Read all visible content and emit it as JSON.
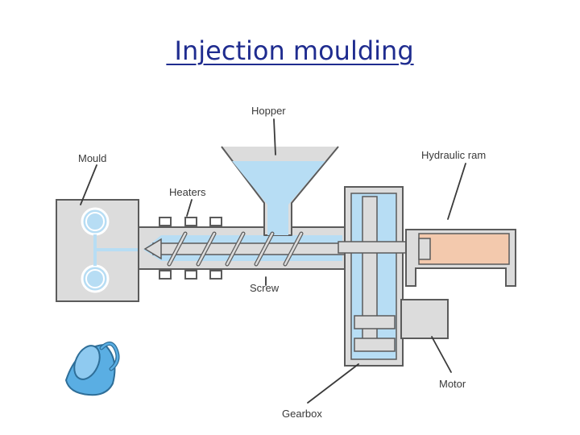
{
  "title": " Injection moulding",
  "labels": {
    "hopper": "Hopper",
    "mould": "Mould",
    "heaters": "Heaters",
    "hydraulic_ram": "Hydraulic ram",
    "screw": "Screw",
    "motor": "Motor",
    "gearbox": "Gearbox"
  },
  "colors": {
    "plastic": "#b7ddf4",
    "steel": "#dcdcdc",
    "ram": "#f3c9ad",
    "cup": "#5aaee3",
    "title": "#1f2c8f"
  },
  "icons": [
    "cup-icon"
  ]
}
